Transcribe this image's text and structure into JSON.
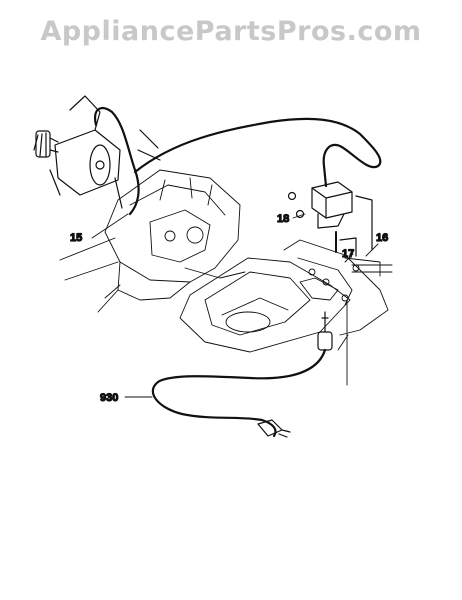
{
  "watermark": "AppliancePartsPros.com",
  "callouts": {
    "c15": "15",
    "c18": "18",
    "c17": "17",
    "c16": "16",
    "c930": "930"
  }
}
